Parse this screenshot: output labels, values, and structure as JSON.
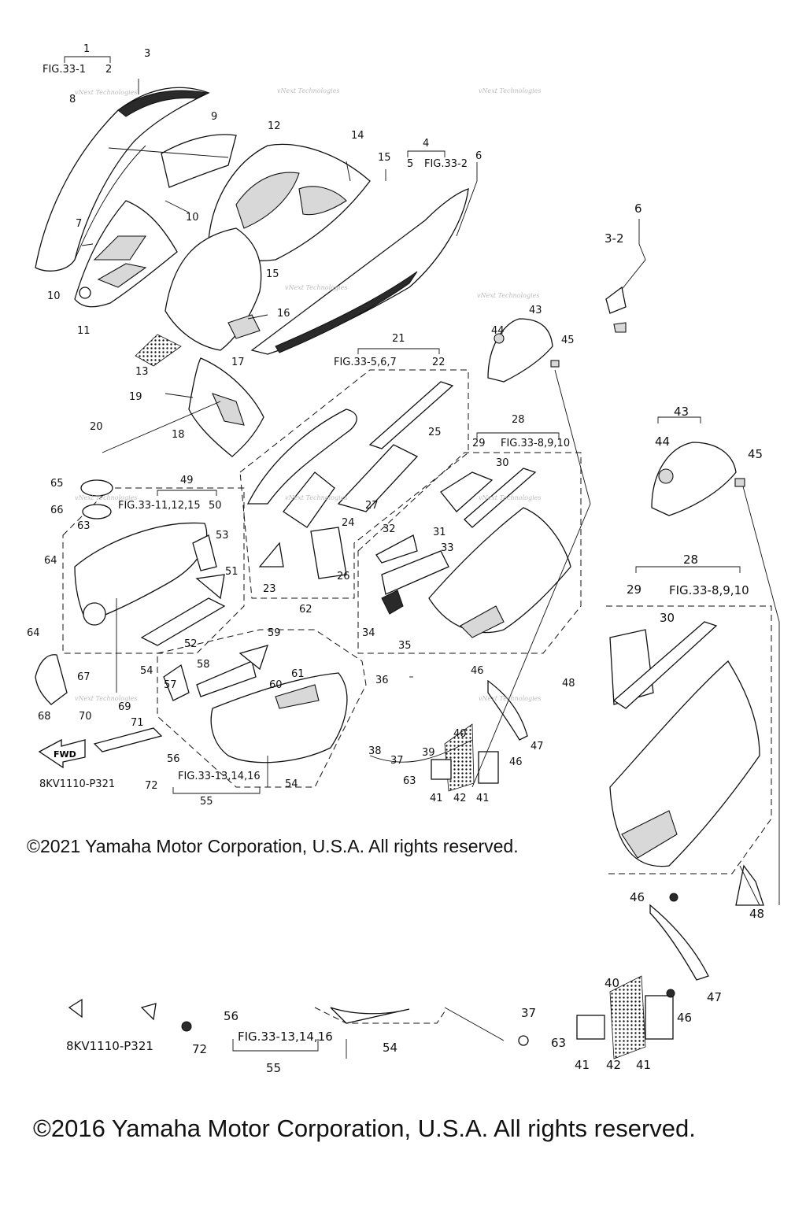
{
  "copyright_primary": "©2021 Yamaha Motor Corporation, U.S.A. All rights reserved.",
  "copyright_secondary": "©2016 Yamaha Motor Corporation, U.S.A. All rights reserved.",
  "diagram_code": "8KV1110-P321",
  "watermark": "vNext Technologies",
  "fwd_label": "FWD",
  "fig_refs": {
    "fig_33_1": "FIG.33-1",
    "fig_33_2": "FIG.33-2",
    "fig_33_5_6_7": "FIG.33-5,6,7",
    "fig_33_8_9_10": "FIG.33-8,9,10",
    "fig_33_11_12_15": "FIG.33-11,12,15",
    "fig_33_13_14_16": "FIG.33-13,14,16",
    "fig_3_2_partial": "3-2"
  },
  "callouts": [
    "1",
    "2",
    "3",
    "4",
    "5",
    "6",
    "7",
    "8",
    "9",
    "10",
    "11",
    "12",
    "13",
    "14",
    "15",
    "16",
    "17",
    "18",
    "19",
    "20",
    "21",
    "22",
    "23",
    "24",
    "25",
    "26",
    "27",
    "28",
    "29",
    "30",
    "31",
    "32",
    "33",
    "34",
    "35",
    "36",
    "37",
    "38",
    "39",
    "40",
    "41",
    "42",
    "43",
    "44",
    "45",
    "46",
    "47",
    "48",
    "49",
    "50",
    "51",
    "52",
    "53",
    "54",
    "55",
    "56",
    "57",
    "58",
    "59",
    "60",
    "61",
    "62",
    "63",
    "64",
    "65",
    "66",
    "67",
    "68",
    "69",
    "70",
    "71",
    "72"
  ]
}
